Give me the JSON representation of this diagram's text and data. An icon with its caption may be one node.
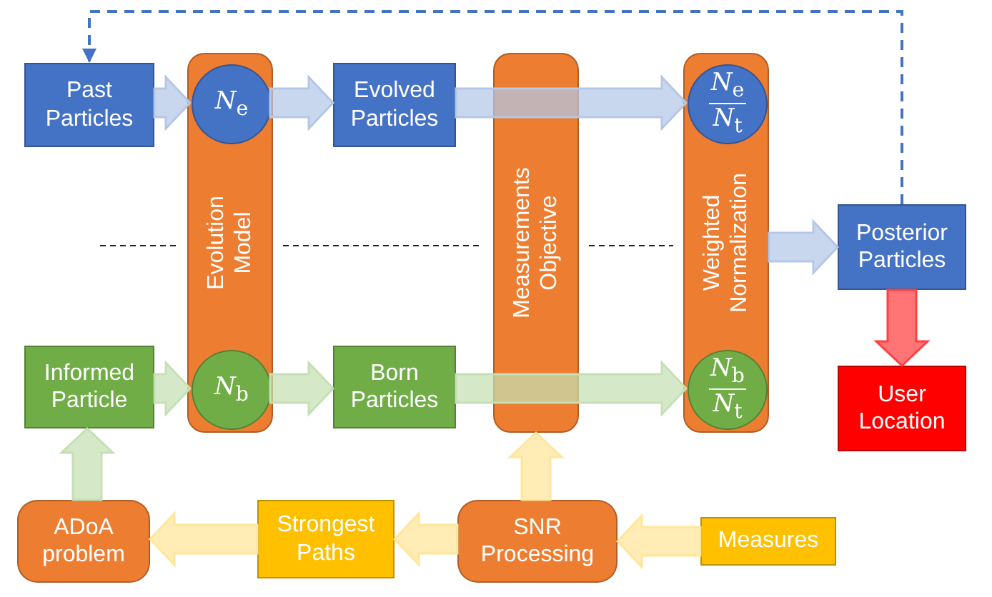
{
  "diagram": {
    "nodes": [
      {
        "text": [
          "Past Particles"
        ]
      },
      {
        "text": [
          "Evolution Model"
        ]
      },
      {
        "text": [
          "*N*$_{e}$"
        ],
        "in": 1
      },
      {
        "text": [
          "Evolved Particles"
        ]
      },
      {
        "text": [
          "Measurements Objective"
        ]
      },
      {
        "text": [
          "Weighted Normalization"
        ]
      },
      {
        "text": [
          "*N*$_{e}$",
          "*N*$_{t}$"
        ],
        "in": 5
      },
      {
        "text": [
          "Posterior Particles"
        ]
      },
      {
        "text": [
          "User Location"
        ]
      },
      {
        "text": [
          "Informed Particle"
        ]
      },
      {
        "text": [
          "*N*$_{b}$"
        ],
        "in": 1
      },
      {
        "text": [
          "Born Particles"
        ]
      },
      {
        "text": [
          "*N*$_{b}$",
          "*N*$_{t}$"
        ],
        "in": 5
      },
      {
        "text": [
          "ADoA problem"
        ]
      },
      {
        "text": [
          "Strongest Paths"
        ]
      },
      {
        "text": [
          "SNR Processing"
        ]
      },
      {
        "text": [
          "Measures"
        ]
      }
    ],
    "edges": [
      {
        "from": 0,
        "to": 2,
        "arrow": "to",
        "color": "#b4c7e7"
      },
      {
        "from": 2,
        "to": 3,
        "arrow": "to",
        "color": "#b4c7e7"
      },
      {
        "from": 3,
        "to": 6,
        "arrow": "to",
        "color": "#b4c7e7"
      },
      {
        "from": 5,
        "to": 7,
        "arrow": "to",
        "color": "#b4c7e7"
      },
      {
        "from": 7,
        "to": 8,
        "arrow": "to",
        "color": "#ff4040"
      },
      {
        "from": 7,
        "to": 0,
        "arrow": "to",
        "style": "dashed",
        "color": "#4472c4"
      },
      {
        "from": 9,
        "to": 10,
        "arrow": "to",
        "color": "#c5e0b4"
      },
      {
        "from": 10,
        "to": 11,
        "arrow": "to",
        "color": "#c5e0b4"
      },
      {
        "from": 11,
        "to": 12,
        "arrow": "to",
        "color": "#c5e0b4"
      },
      {
        "from": 13,
        "to": 9,
        "arrow": "to",
        "color": "#c5e0b4"
      },
      {
        "from": 14,
        "to": 13,
        "arrow": "to",
        "color": "#ffe699"
      },
      {
        "from": 15,
        "to": 14,
        "arrow": "to",
        "color": "#ffe699"
      },
      {
        "from": 16,
        "to": 15,
        "arrow": "to",
        "color": "#ffe699"
      },
      {
        "from": 15,
        "to": 4,
        "arrow": "to",
        "color": "#ffe699"
      }
    ]
  }
}
